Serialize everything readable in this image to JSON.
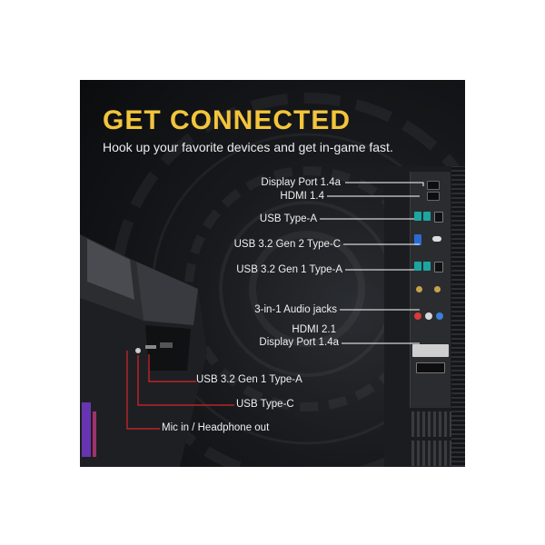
{
  "headline": "GET CONNECTED",
  "subheadline": "Hook up your favorite devices and get in-game fast.",
  "rear_labels": [
    "Display Port 1.4a",
    "HDMI 1.4",
    "USB Type-A",
    "USB 3.2 Gen 2 Type-C",
    "USB 3.2 Gen 1 Type-A",
    "3-in-1 Audio jacks",
    "HDMI 2.1",
    "Display Port 1.4a"
  ],
  "front_labels": [
    "USB 3.2 Gen 1 Type-A",
    "USB Type-C",
    "Mic in / Headphone out"
  ],
  "colors": {
    "headline": "#f3c53c",
    "front_leader": "#d8262b",
    "rear_leader": "#ffffff",
    "background": "#111315"
  }
}
